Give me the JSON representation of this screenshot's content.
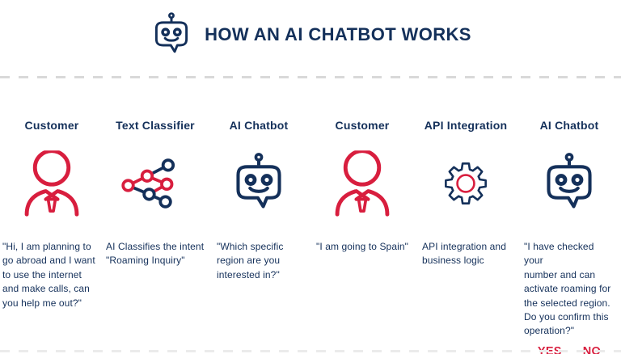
{
  "header": {
    "title": "HOW AN AI CHATBOT WORKS",
    "icon": "chatbot-icon"
  },
  "colors": {
    "navy": "#14305A",
    "red": "#D81E3E",
    "divider": "#D9D9D9",
    "divider_bottom": "#EBEBEB"
  },
  "columns": [
    {
      "label": "Customer",
      "icon": "person-icon",
      "text": "\"Hi, I am planning to\ngo abroad and I want\nto use the internet\nand make calls, can\nyou help me out?\""
    },
    {
      "label": "Text Classifier",
      "icon": "classifier-network-icon",
      "text": "AI Classifies the intent\n\"Roaming Inquiry\""
    },
    {
      "label": "AI Chatbot",
      "icon": "chatbot-icon",
      "text": "\"Which specific\nregion are you\ninterested in?\""
    },
    {
      "label": "Customer",
      "icon": "person-icon",
      "text": "\"I am going to Spain\""
    },
    {
      "label": "API Integration",
      "icon": "gear-icon",
      "text": "API integration and\nbusiness logic"
    },
    {
      "label": "AI Chatbot",
      "icon": "chatbot-icon",
      "text": "\"I have checked your\nnumber and can\nactivate roaming for\nthe selected region.\nDo you confirm this\noperation?\"",
      "options": [
        "YES",
        "NO"
      ]
    }
  ]
}
